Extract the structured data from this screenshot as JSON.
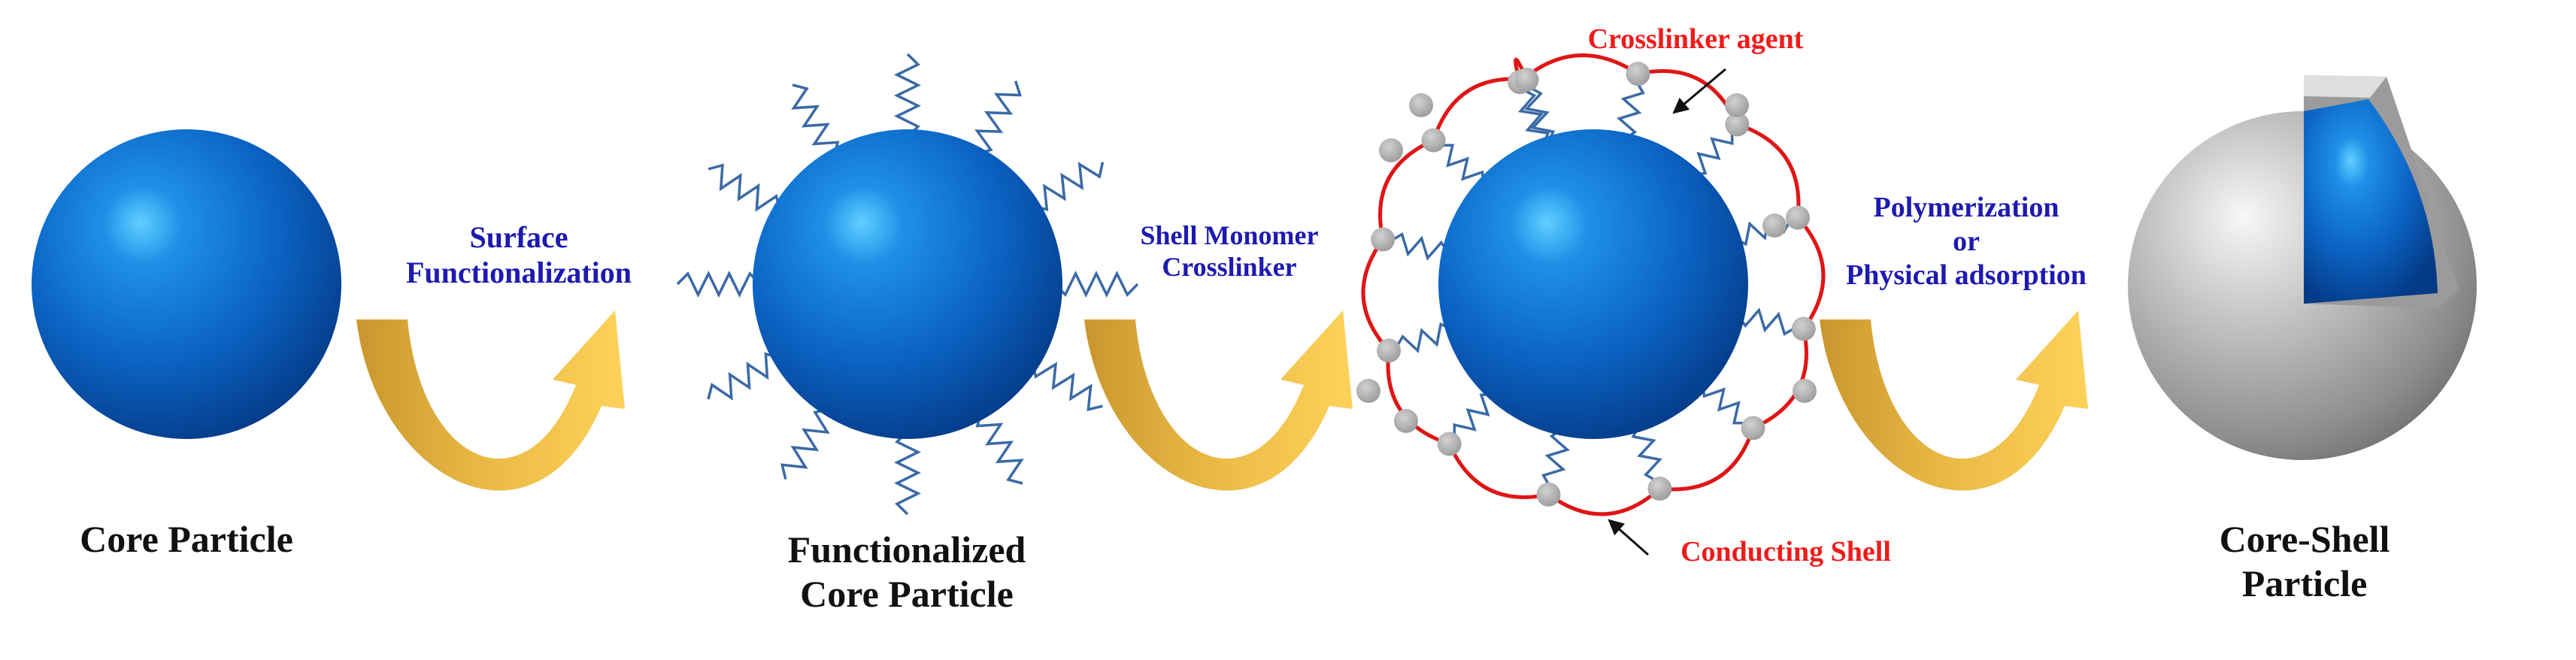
{
  "labels": {
    "core_particle": "Core Particle",
    "functionalized_line1": "Functionalized",
    "functionalized_line2": "Core Particle",
    "core_shell_line1": "Core-Shell",
    "core_shell_line2": "Particle",
    "step1_line1": "Surface",
    "step1_line2": "Functionalization",
    "step2_line1": "Shell Monomer",
    "step2_line2": "Crosslinker",
    "step3_line1": "Polymerization",
    "step3_line2": "or",
    "step3_line3": "Physical adsorption",
    "crosslinker_agent": "Crosslinker agent",
    "conducting_shell": "Conducting Shell"
  },
  "colors": {
    "core_blue": "#0b63c4",
    "chain_blue": "#3a6aa5",
    "crosslinker_red": "#e01515",
    "monomer_gray": "#a9a9a9",
    "arrow_gold": "#f0c040",
    "shell_gray": "#b8b8b8",
    "step_text_blue": "#1d1ab0",
    "annotation_red": "#ee1c1c"
  }
}
